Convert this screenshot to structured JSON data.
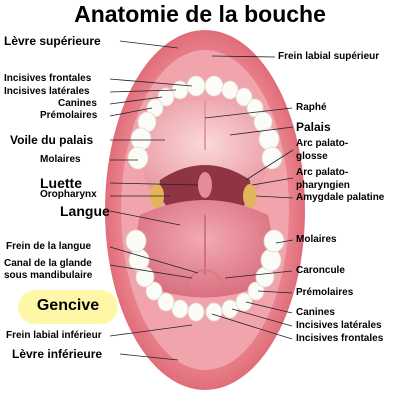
{
  "title": "Anatomie de la bouche",
  "labels": {
    "levre_superieure": "Lèvre supérieure",
    "frein_labial_superieur": "Frein labial supérieur",
    "incisives_frontales_top": "Incisives frontales",
    "incisives_laterales_top": "Incisives latérales",
    "canines_top": "Canines",
    "premolaires_top": "Prémolaires",
    "raphe": "Raphé",
    "palais": "Palais",
    "voile_du_palais": "Voile du palais",
    "arc_palato_glosse_1": "Arc palato-",
    "arc_palato_glosse_2": "glosse",
    "molaires_left": "Molaires",
    "arc_palato_pharyngien_1": "Arc palato-",
    "arc_palato_pharyngien_2": "pharyngien",
    "luette": "Luette",
    "oropharynx": "Oropharynx",
    "amygdale_palatine": "Amygdale palatine",
    "langue": "Langue",
    "molaires_right": "Molaires",
    "frein_de_la_langue": "Frein de la langue",
    "canal_1": "Canal de la glande",
    "canal_2": "sous mandibulaire",
    "caroncule": "Caroncule",
    "premolaires_bottom": "Prémolaires",
    "gencive": "Gencive",
    "canines_bottom": "Canines",
    "incisives_laterales_bottom": "Incisives latérales",
    "frein_labial_inferieur": "Frein labial inférieur",
    "incisives_frontales_bottom": "Incisives frontales",
    "levre_inferieure": "Lèvre inférieure"
  },
  "colors": {
    "lip": "#e87b86",
    "lip_light": "#f4a9b1",
    "gum": "#f3b2b8",
    "palate": "#f6c3c6",
    "throat": "#8c2f3d",
    "tongue": "#e78f9c",
    "tooth": "#fbfbf7",
    "tonsil": "#e8c06a",
    "highlight": "#fff7a8"
  }
}
